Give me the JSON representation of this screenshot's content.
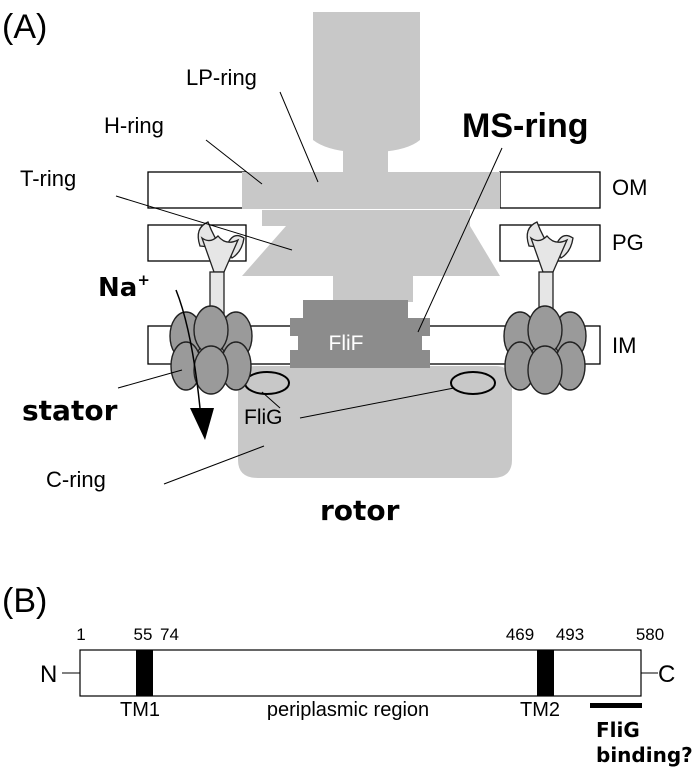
{
  "panel_a": {
    "label": "(A)",
    "rings": {
      "lp": "LP-ring",
      "h": "H-ring",
      "t": "T-ring",
      "ms": "MS-ring",
      "c": "C-ring"
    },
    "layers": {
      "om": "OM",
      "pg": "PG",
      "im": "IM"
    },
    "proteins": {
      "flif": "FliF",
      "flig": "FliG"
    },
    "ion": {
      "base": "Na",
      "sup": "+"
    },
    "stator": "stator",
    "rotor": "rotor"
  },
  "panel_b": {
    "label": "(B)",
    "positions": [
      "1",
      "55",
      "74",
      "469",
      "493",
      "580"
    ],
    "n_term": "N",
    "c_term": "C",
    "domains": {
      "tm1": "TM1",
      "periplasmic": "periplasmic region",
      "tm2": "TM2"
    },
    "binding": {
      "line1": "FliG",
      "line2": "binding?"
    }
  },
  "colors": {
    "ring_gray": "#c8c8c8",
    "flif_gray": "#8c8c8c",
    "motor_gray": "#9a9a9a",
    "tm_block": "#000000"
  }
}
